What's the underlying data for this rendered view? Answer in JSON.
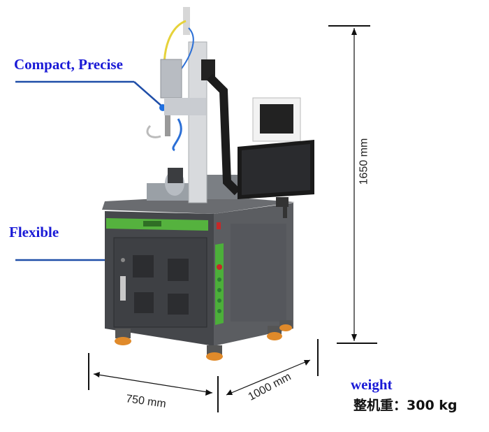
{
  "labels": {
    "compact": "Compact, Precise",
    "flexible": "Flexible",
    "weight_title": "weight",
    "weight_value": "整机重：300 kg"
  },
  "dimensions": {
    "height": "1650 mm",
    "width": "750 mm",
    "depth": "1000 mm"
  },
  "colors": {
    "label_blue": "#1a1ad6",
    "leader_blue": "#1f4ea8",
    "cabinet_dark": "#4a4c50",
    "accent_green": "#4caf3a"
  }
}
